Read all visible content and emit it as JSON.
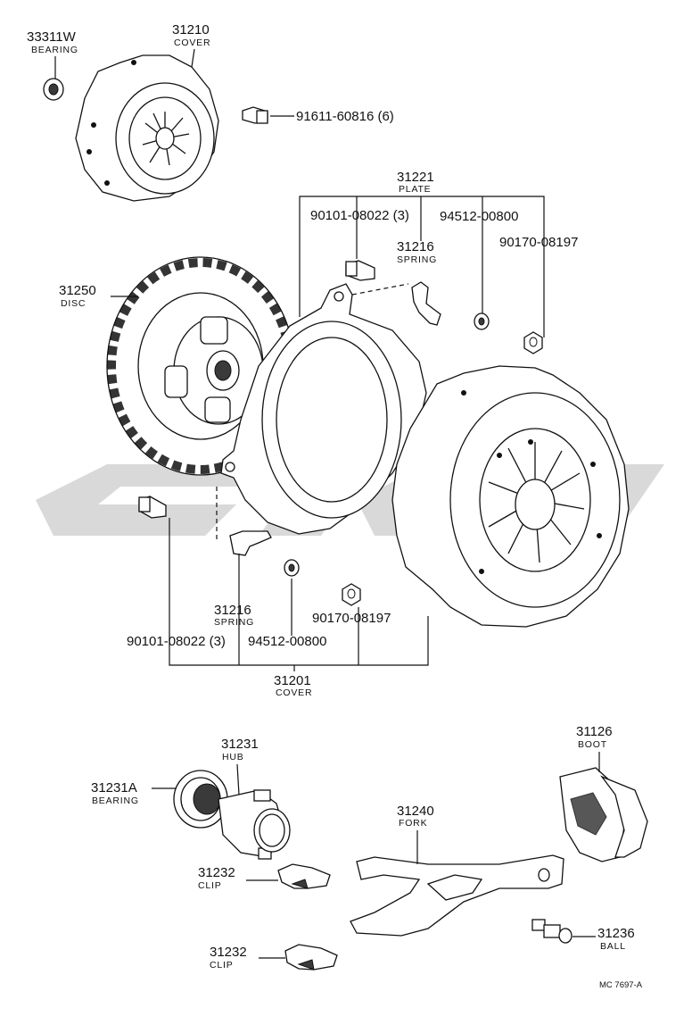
{
  "watermark": {
    "color": "#d9d9d9"
  },
  "callouts": {
    "bearing_33311w": {
      "number": "33311W",
      "name": "BEARING"
    },
    "cover_31210": {
      "number": "31210",
      "name": "COVER"
    },
    "bolt_91611": {
      "number": "91611-60816 (6)"
    },
    "plate_31221": {
      "number": "31221",
      "name": "PLATE"
    },
    "bolt_90101_top": {
      "number": "90101-08022 (3)"
    },
    "washer_94512_top": {
      "number": "94512-00800"
    },
    "spring_31216_top": {
      "number": "31216",
      "name": "SPRING"
    },
    "nut_90170_top": {
      "number": "90170-08197"
    },
    "disc_31250": {
      "number": "31250",
      "name": "DISC"
    },
    "spring_31216_bottom": {
      "number": "31216",
      "name": "SPRING"
    },
    "nut_90170_bottom": {
      "number": "90170-08197"
    },
    "bolt_90101_bottom": {
      "number": "90101-08022 (3)"
    },
    "washer_94512_bottom": {
      "number": "94512-00800"
    },
    "cover_31201": {
      "number": "31201",
      "name": "COVER"
    },
    "hub_31231": {
      "number": "31231",
      "name": "HUB"
    },
    "bearing_31231a": {
      "number": "31231A",
      "name": "BEARING"
    },
    "boot_31126": {
      "number": "31126",
      "name": "BOOT"
    },
    "fork_31240": {
      "number": "31240",
      "name": "FORK"
    },
    "clip_31232_a": {
      "number": "31232",
      "name": "CLIP"
    },
    "clip_31232_b": {
      "number": "31232",
      "name": "CLIP"
    },
    "ball_31236": {
      "number": "31236",
      "name": "BALL"
    }
  },
  "footer": {
    "code": "MC  7697-A"
  }
}
